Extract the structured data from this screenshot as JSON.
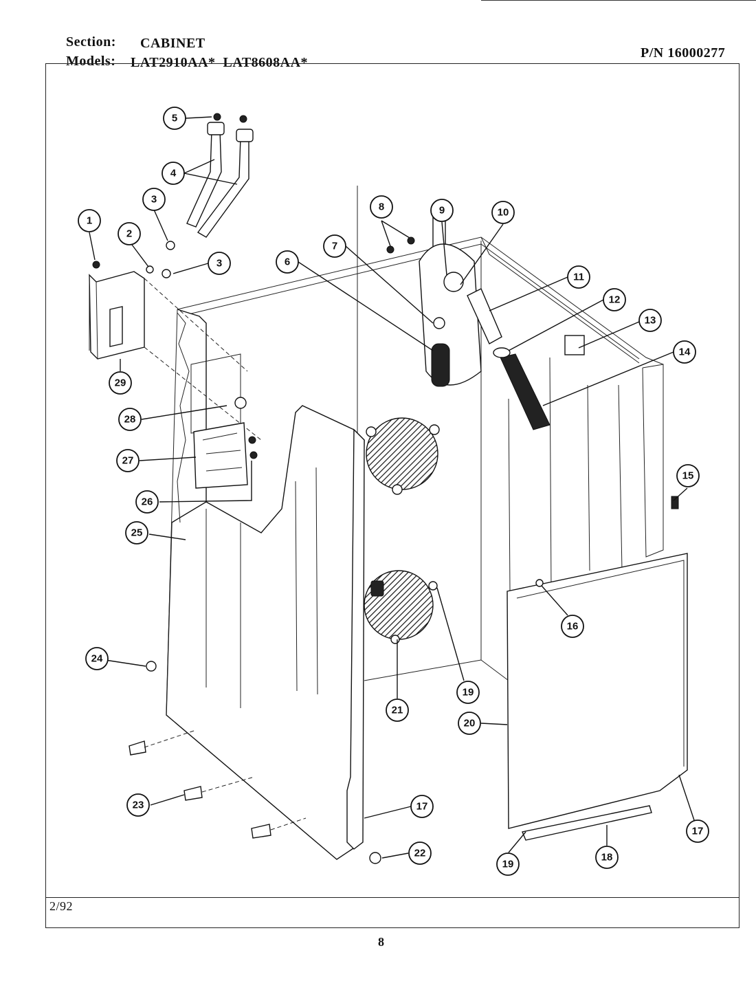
{
  "header": {
    "section_label": "Section:",
    "section_value": "CABINET",
    "models_label": "Models:",
    "models_value": "LAT2910AA*  LAT8608AA*",
    "part_number": "P/N 16000277"
  },
  "footer": {
    "date": "2/92",
    "page_number": "8"
  },
  "callouts": [
    {
      "id": "c1",
      "label": "1"
    },
    {
      "id": "c2",
      "label": "2"
    },
    {
      "id": "c3a",
      "label": "3"
    },
    {
      "id": "c3b",
      "label": "3"
    },
    {
      "id": "c4",
      "label": "4"
    },
    {
      "id": "c5",
      "label": "5"
    },
    {
      "id": "c6",
      "label": "6"
    },
    {
      "id": "c7",
      "label": "7"
    },
    {
      "id": "c8",
      "label": "8"
    },
    {
      "id": "c9",
      "label": "9"
    },
    {
      "id": "c10",
      "label": "10"
    },
    {
      "id": "c11",
      "label": "11"
    },
    {
      "id": "c12",
      "label": "12"
    },
    {
      "id": "c13",
      "label": "13"
    },
    {
      "id": "c14",
      "label": "14"
    },
    {
      "id": "c15",
      "label": "15"
    },
    {
      "id": "c16",
      "label": "16"
    },
    {
      "id": "c17a",
      "label": "17"
    },
    {
      "id": "c17b",
      "label": "17"
    },
    {
      "id": "c18",
      "label": "18"
    },
    {
      "id": "c19a",
      "label": "19"
    },
    {
      "id": "c19b",
      "label": "19"
    },
    {
      "id": "c20",
      "label": "20"
    },
    {
      "id": "c21",
      "label": "21"
    },
    {
      "id": "c22",
      "label": "22"
    },
    {
      "id": "c23",
      "label": "23"
    },
    {
      "id": "c24",
      "label": "24"
    },
    {
      "id": "c25",
      "label": "25"
    },
    {
      "id": "c26",
      "label": "26"
    },
    {
      "id": "c27",
      "label": "27"
    },
    {
      "id": "c28",
      "label": "28"
    },
    {
      "id": "c29",
      "label": "29"
    }
  ]
}
